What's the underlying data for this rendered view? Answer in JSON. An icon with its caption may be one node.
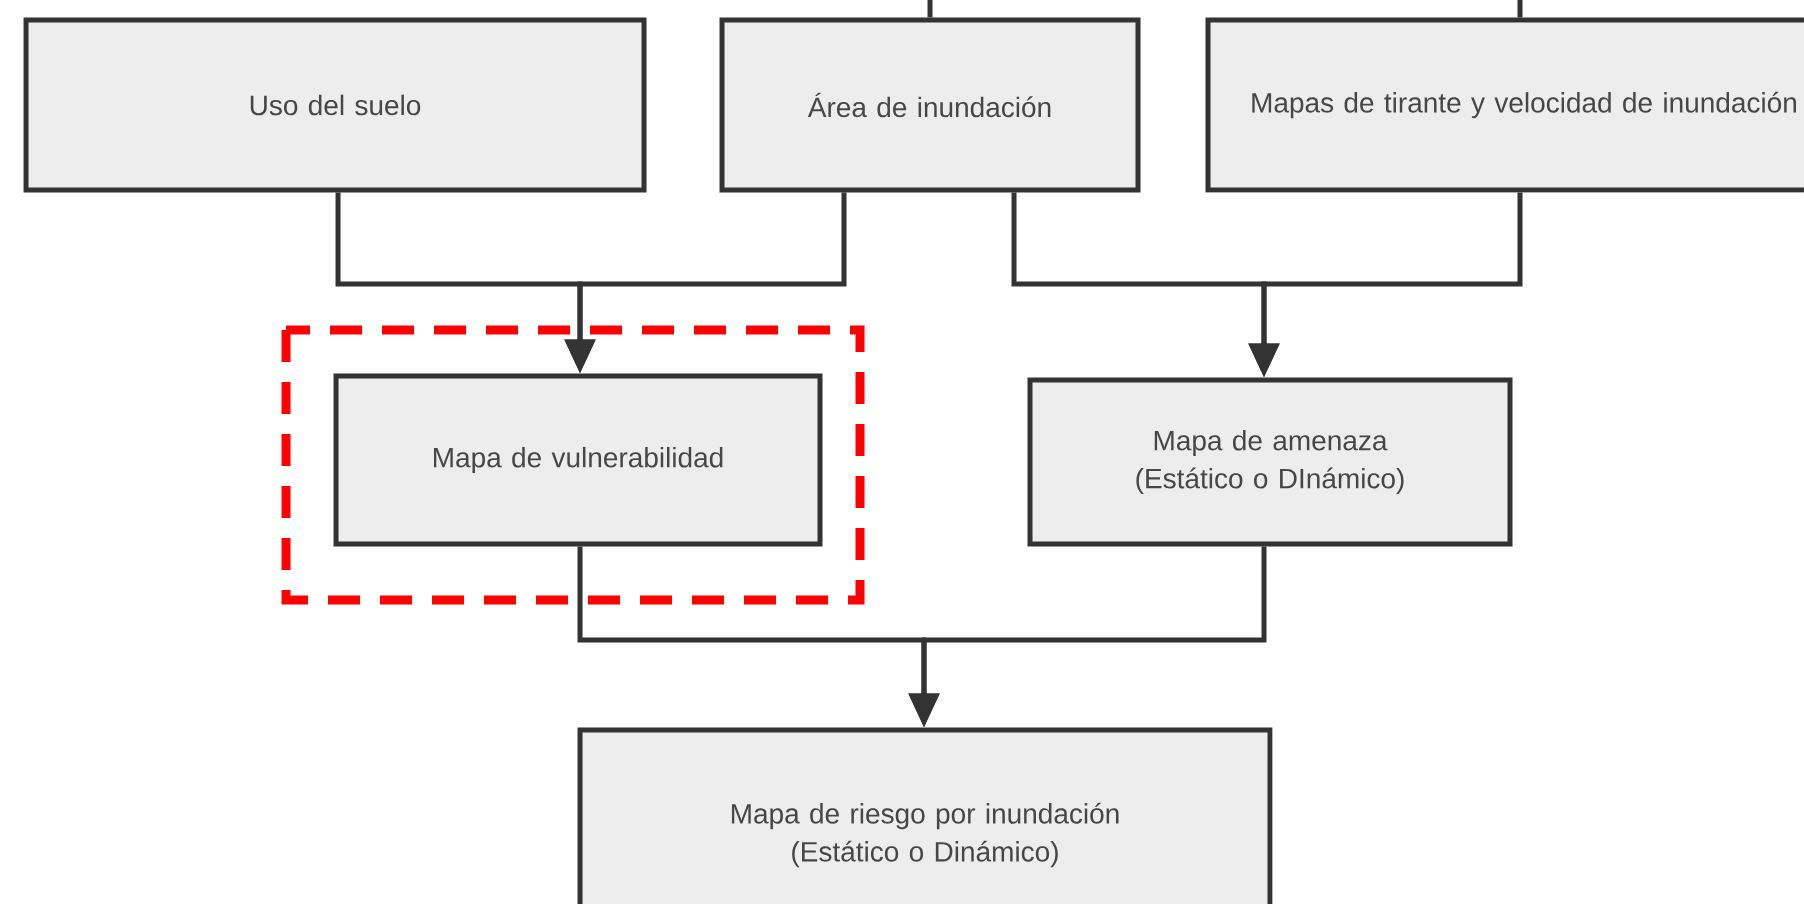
{
  "diagram": {
    "nodes": [
      {
        "text": [
          "Uso del suelo"
        ]
      },
      {
        "text": [
          "Área de inundación"
        ]
      },
      {
        "text": [
          "Mapas de tirante y velocidad de inundación"
        ]
      },
      {
        "text": [
          "Mapa de vulnerabilidad"
        ]
      },
      {
        "text": [
          "Mapa de amenaza (Estático o DInámico)"
        ]
      },
      {
        "text": [
          "Mapa de riesgo por inundación (Estático o Dinámico)"
        ]
      }
    ],
    "edges": [
      {
        "from": null,
        "to": 1,
        "arrow": "none"
      },
      {
        "from": null,
        "to": 2,
        "arrow": "none"
      },
      {
        "from": 0,
        "to": 3,
        "arrow": "to"
      },
      {
        "from": 1,
        "to": 3,
        "arrow": "to"
      },
      {
        "from": 1,
        "to": 4,
        "arrow": "to"
      },
      {
        "from": 2,
        "to": 4,
        "arrow": "to"
      },
      {
        "from": 3,
        "to": 5,
        "arrow": "to"
      },
      {
        "from": 4,
        "to": 5,
        "arrow": "to"
      }
    ]
  }
}
